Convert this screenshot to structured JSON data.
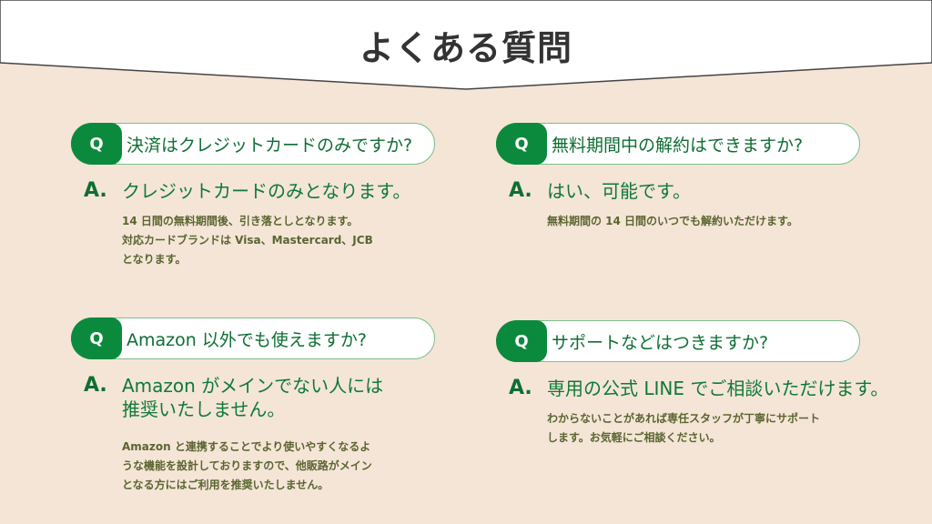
{
  "title": "よくある質問",
  "faqs": [
    {
      "q_badge": "Q",
      "question": "決済はクレジットカードのみですか?",
      "a_label": "A.",
      "answer": "クレジットカードのみとなります。",
      "detail": "14 日間の無料期間後、引き落としとなります。\n対応カードブランドは Visa、Mastercard、JCB\nとなります。"
    },
    {
      "q_badge": "Q",
      "question": "無料期間中の解約はできますか?",
      "a_label": "A.",
      "answer": "はい、可能です。",
      "detail": "無料期間の 14 日間のいつでも解約いただけます。"
    },
    {
      "q_badge": "Q",
      "question": "Amazon 以外でも使えますか?",
      "a_label": "A.",
      "answer": "Amazon がメインでない人には\n推奨いたしません。",
      "detail": "Amazon と連携することでより使いやすくなるよ\nうな機能を設計しておりますので、他販路がメイン\nとなる方にはご利用を推奨いたしません。"
    },
    {
      "q_badge": "Q",
      "question": "サポートなどはつきますか?",
      "a_label": "A.",
      "answer": "専用の公式 LINE でご相談いただけます。",
      "detail": "わからないことがあれば専任スタッフが丁寧にサポート\nします。お気軽にご相談ください。"
    }
  ]
}
